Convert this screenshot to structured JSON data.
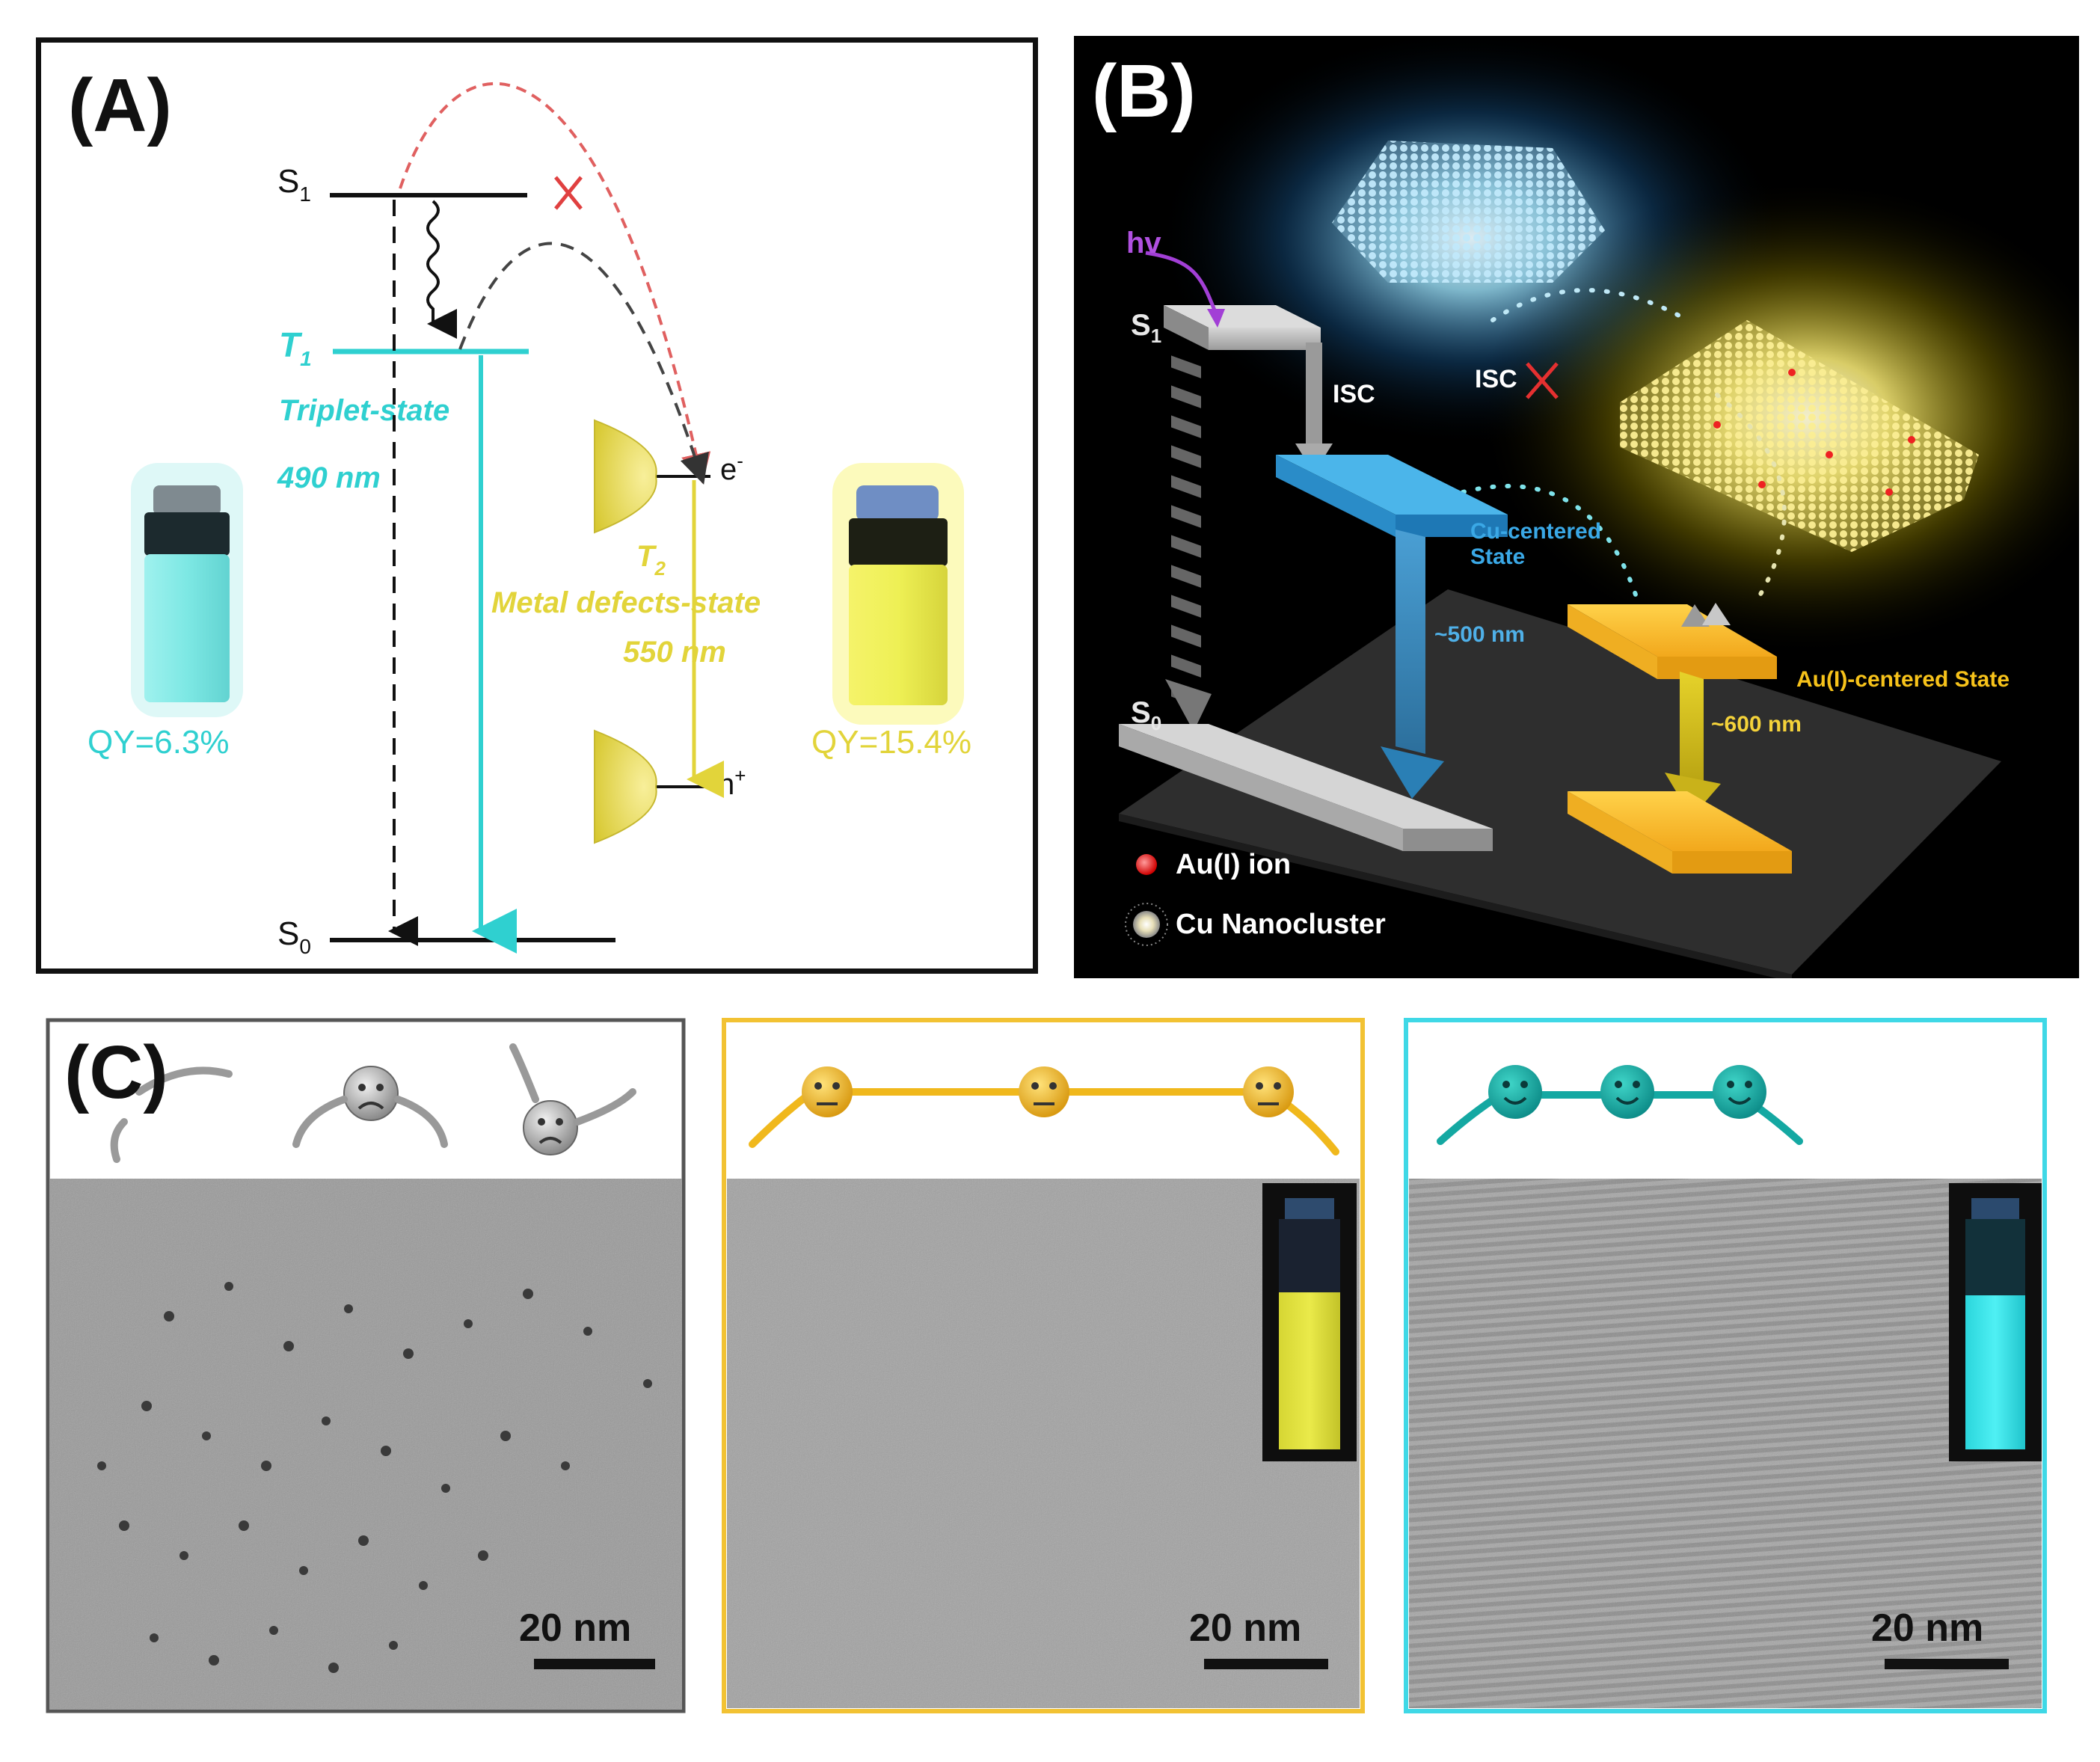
{
  "panel_a": {
    "label": "(A)",
    "levels": {
      "s1_letter": "S",
      "s1_sub": "1",
      "t1_letter": "T",
      "t1_sub": "1",
      "t2_letter": "T",
      "t2_sub": "2",
      "s0_letter": "S",
      "s0_sub": "0"
    },
    "triplet_label": "Triplet-state",
    "triplet_wavelength": "490 nm",
    "metal_label": "Metal defects-state",
    "metal_wavelength": "550 nm",
    "electron_label": "e",
    "electron_sup": "-",
    "hole_label": "h",
    "hole_sup": "+",
    "qy_left": "QY=6.3%",
    "qy_right": "QY=15.4%",
    "colors": {
      "cyan": "#2fd0d0",
      "yellow": "#e2d43a",
      "red_dashed": "#e06060"
    }
  },
  "panel_b": {
    "label": "(B)",
    "hv": "hv",
    "s1_letter": "S",
    "s1_sub": "1",
    "s0_letter": "S",
    "s0_sub": "0",
    "isc_left": "ISC",
    "isc_right": "ISC",
    "cu_state_line1": "Cu-centered",
    "cu_state_line2": "State",
    "cu_wavelength": "~500 nm",
    "au_state": "Au(I)-centered State",
    "au_wavelength": "~600 nm",
    "legend_au": "Au(I) ion",
    "legend_cu": "Cu Nanocluster"
  },
  "panel_c": {
    "label": "(C)",
    "scale_left": "20 nm",
    "scale_mid": "20 nm",
    "scale_right": "20 nm",
    "colors": {
      "gray_frame": "#555555",
      "gold_frame": "#f2c233",
      "cyan_frame": "#3fd8e6"
    }
  }
}
